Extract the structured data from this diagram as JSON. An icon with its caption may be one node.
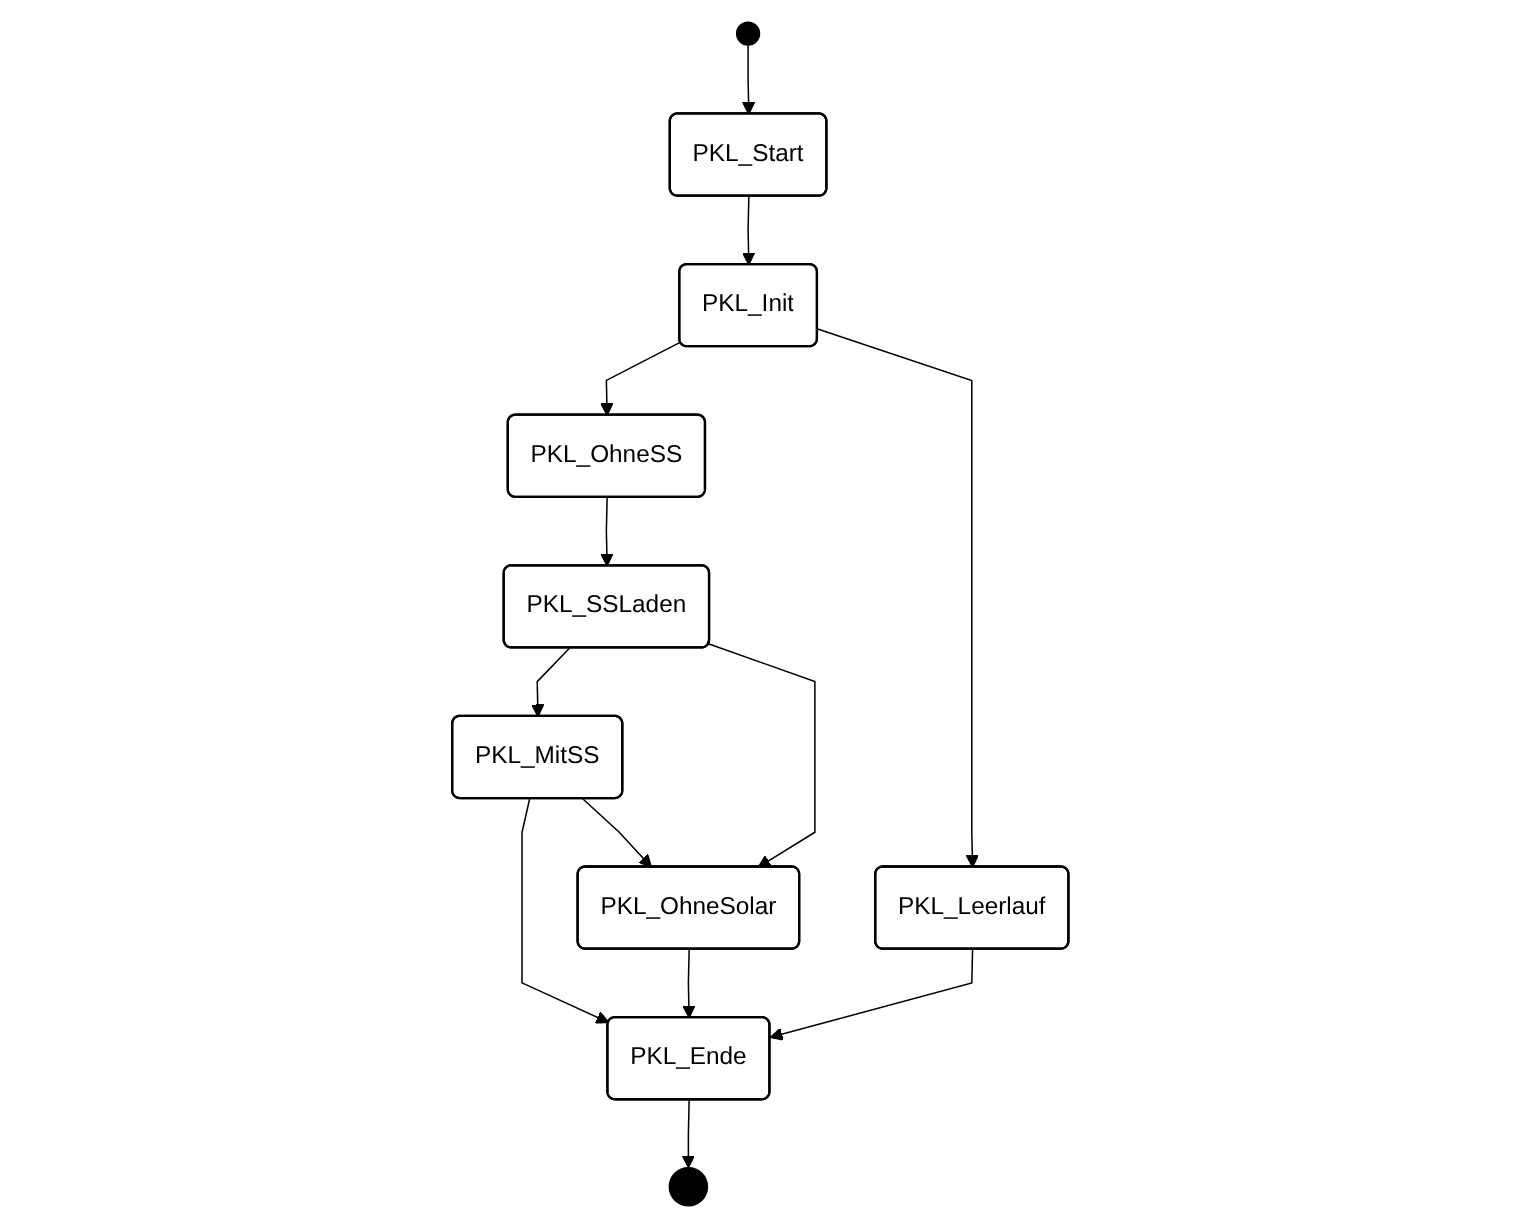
{
  "diagram": {
    "nodes": [
      {
        "text": [],
        "shape": "circle"
      },
      {
        "text": [
          "PKL_Start"
        ]
      },
      {
        "text": [
          "PKL_Init"
        ]
      },
      {
        "text": [
          "PKL_OhneSS"
        ]
      },
      {
        "text": [
          "PKL_Leerlauf"
        ]
      },
      {
        "text": [
          "PKL_SSLaden"
        ]
      },
      {
        "text": [
          "PKL_MitSS"
        ]
      },
      {
        "text": [
          "PKL_Ende"
        ]
      },
      {
        "text": [
          "PKL_OhneSolar"
        ]
      },
      {
        "text": [],
        "shape": "circle"
      }
    ],
    "edges": [
      {
        "from": 0,
        "to": 1,
        "arrow": "to"
      },
      {
        "from": 1,
        "to": 2,
        "arrow": "to"
      },
      {
        "from": 2,
        "to": 3,
        "arrow": "to"
      },
      {
        "from": 2,
        "to": 4,
        "arrow": "to"
      },
      {
        "from": 3,
        "to": 5,
        "arrow": "to"
      },
      {
        "from": 5,
        "to": 6,
        "arrow": "to"
      },
      {
        "from": 5,
        "to": 8,
        "arrow": "to"
      },
      {
        "from": 4,
        "to": 7,
        "arrow": "to"
      },
      {
        "from": 6,
        "to": 7,
        "arrow": "to"
      },
      {
        "from": 6,
        "to": 8,
        "arrow": "to"
      },
      {
        "from": 8,
        "to": 7,
        "arrow": "to"
      },
      {
        "from": 7,
        "to": 9,
        "arrow": "to"
      }
    ]
  }
}
